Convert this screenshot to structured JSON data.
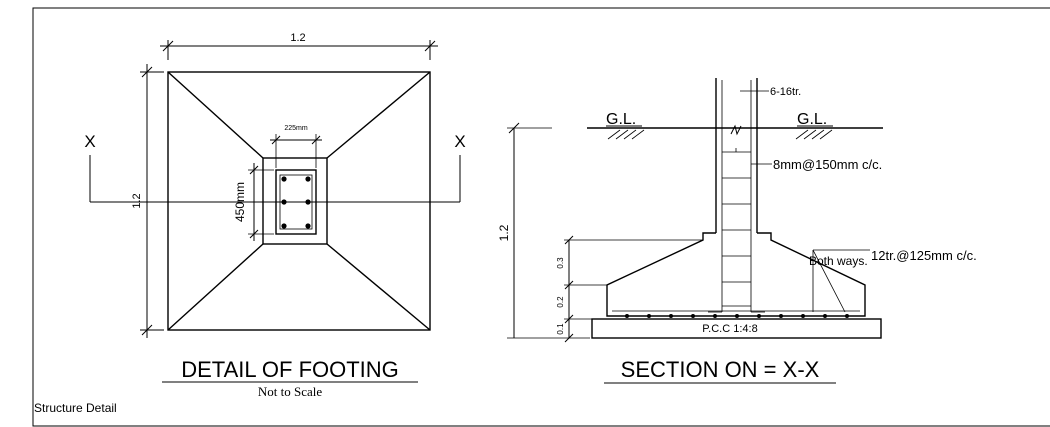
{
  "plan": {
    "width_dim": "1.2",
    "height_dim": "1.2",
    "column_width": "225mm",
    "column_depth": "450mm",
    "section_mark_left": "X",
    "section_mark_right": "X",
    "title": "DETAIL OF FOOTING",
    "subtitle": "Not to Scale"
  },
  "section": {
    "gl_left": "G.L.",
    "gl_right": "G.L.",
    "main_bars": "6-16tr.",
    "ties": "8mm@150mm c/c.",
    "bottom_bars": "12tr.@125mm c/c.",
    "both_ways": "Both ways.",
    "pcc": "P.C.C  1:4:8",
    "depth_total": "1.2",
    "depth_upper": "0.3",
    "depth_lower": "0.2",
    "depth_pcc": "0.1",
    "title": "SECTION ON = X-X"
  },
  "footer": {
    "label": "Structure Detail"
  }
}
